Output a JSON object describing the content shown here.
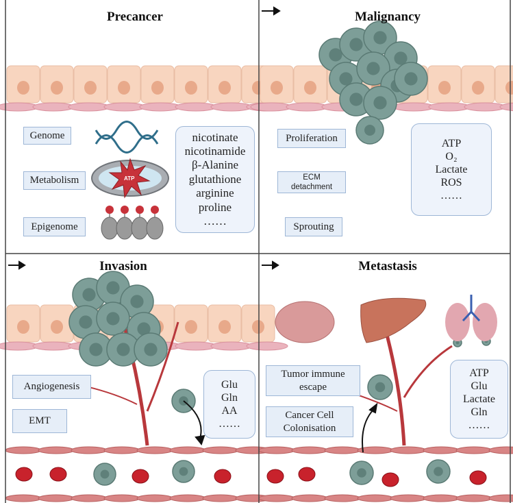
{
  "panels": {
    "precancer": {
      "title": "Precancer",
      "labels": [
        "Genome",
        "Metabolism",
        "Epigenome"
      ],
      "atp_label": "ATP",
      "metabolites": [
        "nicotinate",
        "nicotinamide",
        "β-Alanine",
        "glutathione",
        "arginine",
        "proline",
        "……"
      ]
    },
    "malignancy": {
      "title": "Malignancy",
      "labels": [
        "Proliferation",
        "ECM detachment",
        "Sprouting"
      ],
      "metabolites": [
        "ATP",
        "O₂",
        "Lactate",
        "ROS",
        "……"
      ]
    },
    "invasion": {
      "title": "Invasion",
      "labels": [
        "Angiogenesis",
        "EMT"
      ],
      "metabolites": [
        "Glu",
        "Gln",
        "AA",
        "……"
      ]
    },
    "metastasis": {
      "title": "Metastasis",
      "labels": [
        "Tumor immune escape",
        "Cancer Cell Colonisation"
      ],
      "metabolites": [
        "ATP",
        "Glu",
        "Lactate",
        "Gln",
        "……"
      ]
    }
  },
  "colors": {
    "epithelium": "#f8d5bf",
    "nucleus": "#e8a98a",
    "tumor_cell": "#7d9e98",
    "vessel": "#b8383c",
    "box_fill": "#e6eef8",
    "box_border": "#9db6d6",
    "rbc": "#c8222c"
  }
}
